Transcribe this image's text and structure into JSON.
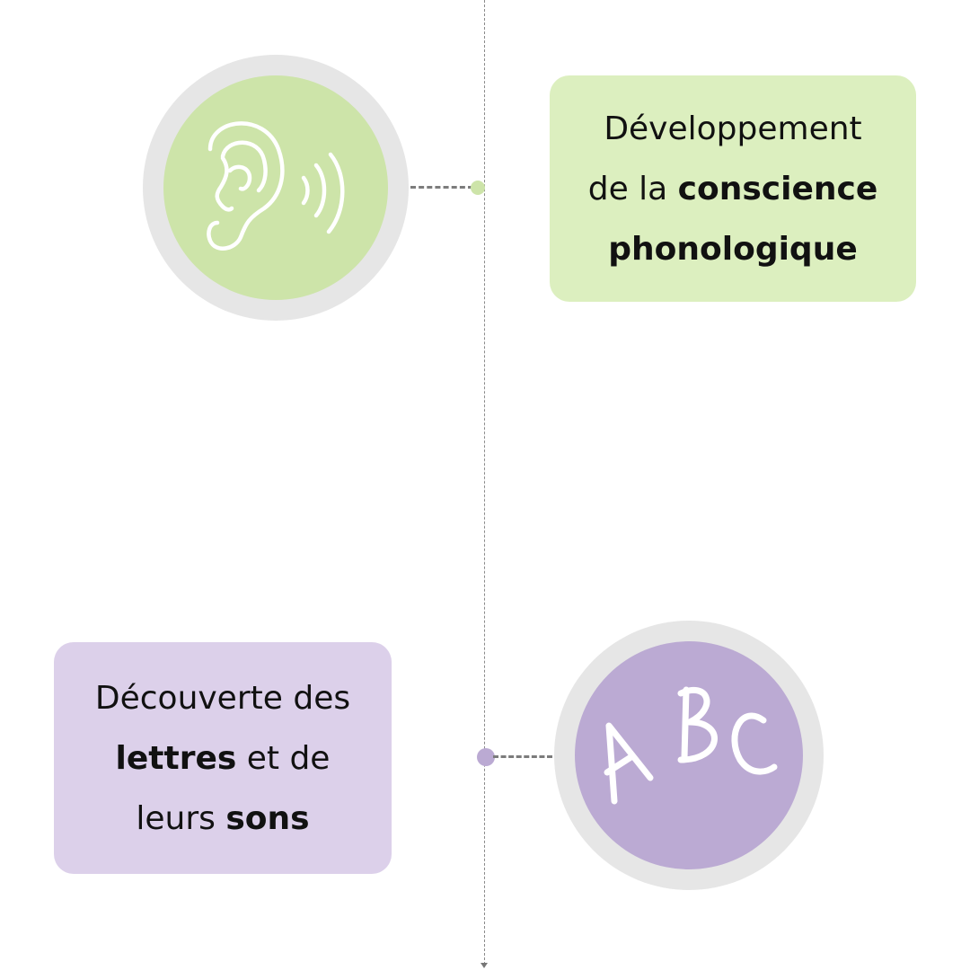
{
  "colors": {
    "green_accent": "#cde4a9",
    "green_card": "#dcefbf",
    "purple_accent": "#bbaad3",
    "purple_card": "#dcd0ea",
    "ring_gray": "#e6e6e6",
    "timeline_gray": "#8a8a8a"
  },
  "steps": [
    {
      "icon": "ear-sound-icon",
      "text": {
        "line1": "Développement",
        "line2_pre": "de la ",
        "line2_bold": "conscience",
        "line3_bold": "phonologique"
      }
    },
    {
      "icon": "abc-letters-icon",
      "icon_letters": [
        "A",
        "B",
        "C"
      ],
      "text": {
        "line1": "Découverte des",
        "line2_bold": "lettres",
        "line2_post": " et de",
        "line3_pre": "leurs ",
        "line3_bold": "sons"
      }
    }
  ]
}
